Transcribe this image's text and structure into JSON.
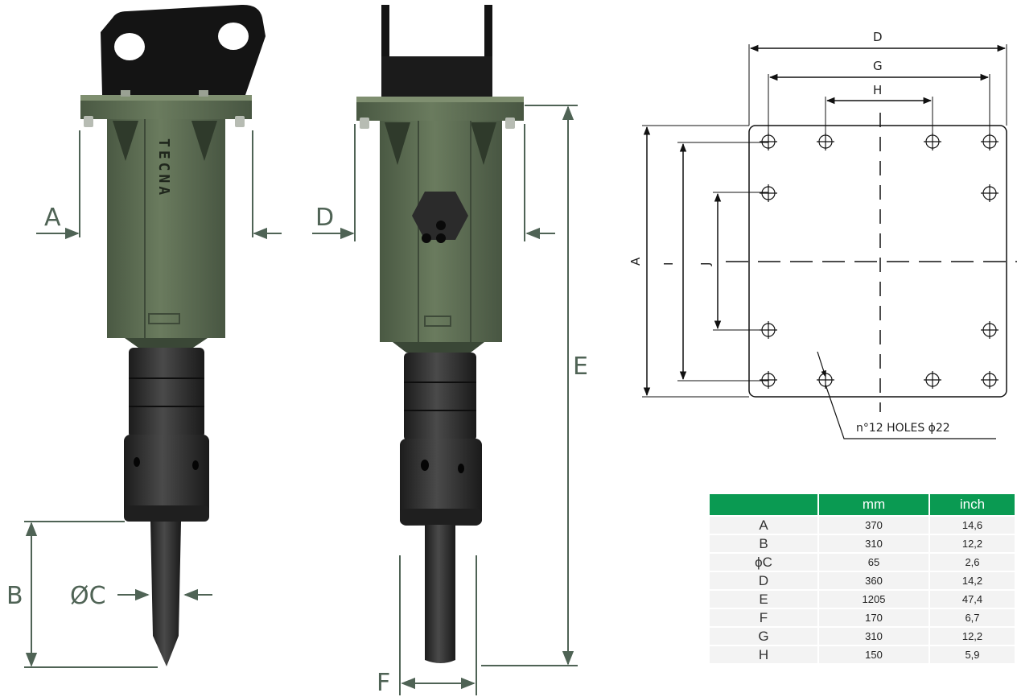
{
  "drawing": {
    "labels": {
      "A": "A",
      "B": "B",
      "C": "ØC",
      "D": "D",
      "E": "E",
      "F": "F"
    },
    "brand": "TECNA",
    "plan_labels": {
      "D": "D",
      "G": "G",
      "H": "H",
      "A": "A",
      "I": "I",
      "J": "J"
    },
    "holes_note": "n°12 HOLES ϕ22"
  },
  "spec_table": {
    "headers": [
      "",
      "mm",
      "inch"
    ],
    "rows": [
      {
        "label": "A",
        "mm": "370",
        "inch": "14,6"
      },
      {
        "label": "B",
        "mm": "310",
        "inch": "12,2"
      },
      {
        "label": "ϕC",
        "mm": "65",
        "inch": "2,6"
      },
      {
        "label": "D",
        "mm": "360",
        "inch": "14,2"
      },
      {
        "label": "E",
        "mm": "1205",
        "inch": "47,4"
      },
      {
        "label": "F",
        "mm": "170",
        "inch": "6,7"
      },
      {
        "label": "G",
        "mm": "310",
        "inch": "12,2"
      },
      {
        "label": "H",
        "mm": "150",
        "inch": "5,9"
      }
    ]
  },
  "colors": {
    "body": "#5f7055",
    "dim_lines": "#4f6355",
    "header_green": "#0a9a52"
  }
}
